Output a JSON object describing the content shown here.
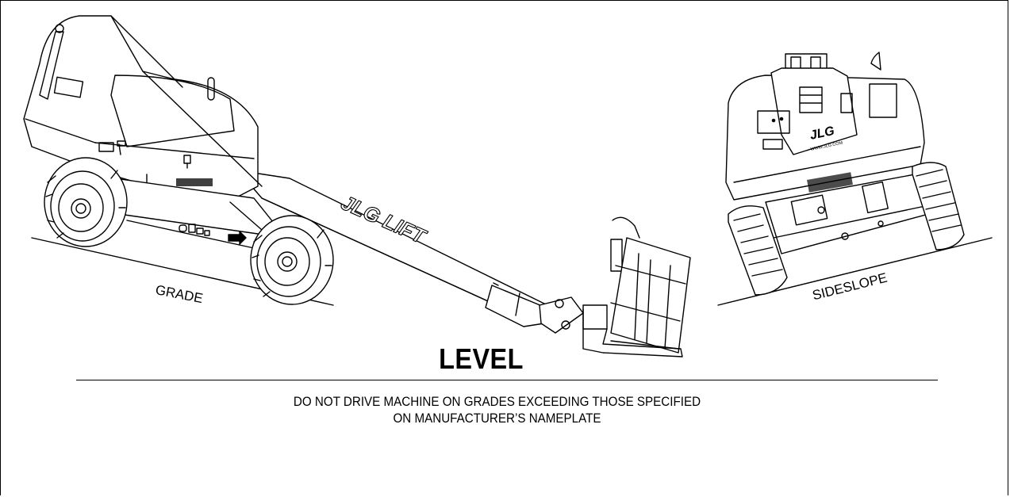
{
  "labels": {
    "grade": "GRADE",
    "sideslope": "SIDESLOPE",
    "level": "LEVEL",
    "boom_brand": "JLG LIFT",
    "rear_brand": "JLG",
    "website": "WWW.JLG.COM"
  },
  "warning": {
    "line1": "DO NOT DRIVE MACHINE ON GRADES EXCEEDING THOSE SPECIFIED",
    "line2": "ON MANUFACTURER’S NAMEPLATE"
  },
  "colors": {
    "line": "#000000",
    "background": "#ffffff"
  }
}
